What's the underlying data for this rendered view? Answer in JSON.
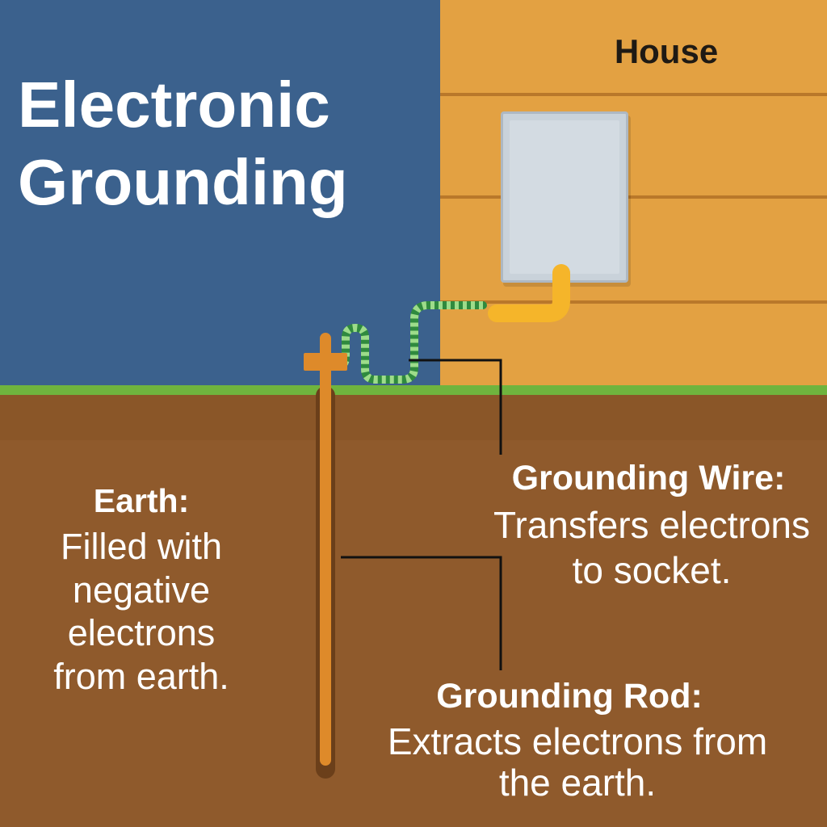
{
  "title": {
    "line1": "Electronic",
    "line2": "Grounding"
  },
  "house": {
    "label": "House"
  },
  "earth": {
    "heading": "Earth:",
    "description": [
      "Filled with",
      "negative",
      "electrons",
      "from earth."
    ]
  },
  "grounding_wire": {
    "heading": "Grounding Wire:",
    "description": [
      "Transfers electrons",
      "to socket."
    ]
  },
  "grounding_rod": {
    "heading": "Grounding Rod:",
    "description": [
      "Extracts electrons from",
      "the earth."
    ]
  },
  "colors": {
    "sky": "#3b618d",
    "house_wall": "#e3a142",
    "siding_line": "#b9782a",
    "grass": "#6fb43e",
    "soil": "#8f5a2c",
    "panel": "#c9d2da",
    "conduit": "#f5b52a",
    "wire": "#3fa64f",
    "rod": "#de8a2a",
    "leader_line": "#111111",
    "label_text": "#ffffff",
    "house_label_text": "#1f1a14"
  }
}
